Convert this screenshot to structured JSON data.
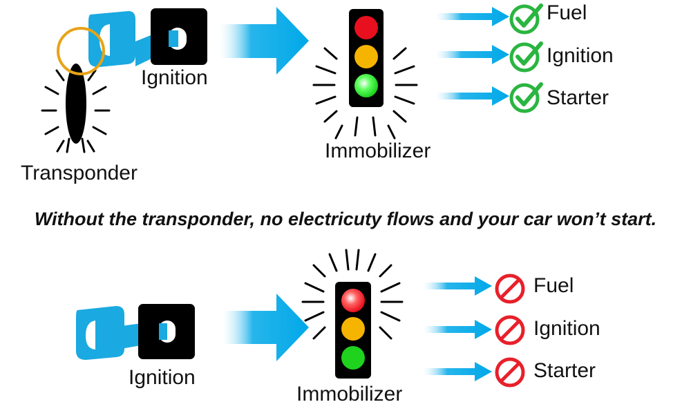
{
  "top": {
    "ignition_label": "Ignition",
    "transponder_label": "Transponder",
    "immobilizer_label": "Immobilizer",
    "light_state": "green",
    "outputs": [
      {
        "label": "Fuel",
        "status": "ok"
      },
      {
        "label": "Ignition",
        "status": "ok"
      },
      {
        "label": "Starter",
        "status": "ok"
      }
    ]
  },
  "caption": "Without the transponder, no electricuty flows and your car won’t start.",
  "bottom": {
    "ignition_label": "Ignition",
    "immobilizer_label": "Immobilizer",
    "light_state": "red",
    "outputs": [
      {
        "label": "Fuel",
        "status": "blocked"
      },
      {
        "label": "Ignition",
        "status": "blocked"
      },
      {
        "label": "Starter",
        "status": "blocked"
      }
    ]
  },
  "colors": {
    "arrow": "#00a8e8",
    "key": "#1aa9e0",
    "check": "#2ab540",
    "prohibited": "#e8202a",
    "ring": "#e8a317",
    "red_light": "#e8101e",
    "amber_light": "#f5b400",
    "green_light": "#1ed21e"
  }
}
